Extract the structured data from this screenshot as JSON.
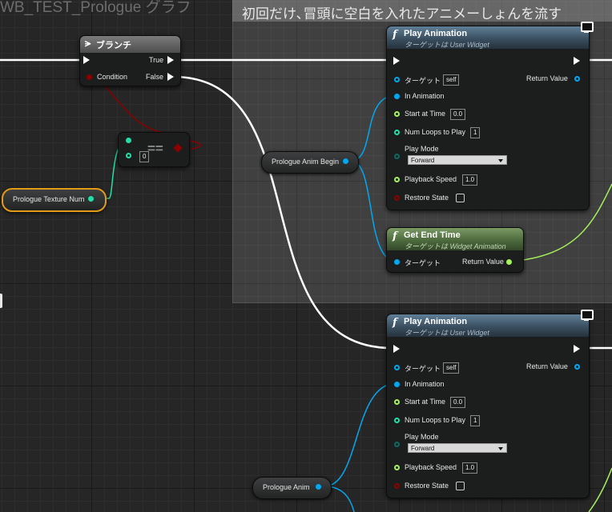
{
  "graph_title": "WB_TEST_Prologue グラフ",
  "comment": {
    "text": "初回だけ､冒頭に空白を入れたアニメーしょんを流す"
  },
  "colors": {
    "exec_wire": "#ffffff",
    "bool_pin": "#8c0000",
    "object_pin": "#00a8f0",
    "int_pin": "#1fe0a8",
    "float_pin": "#a6f25a",
    "selection": "#e39b16",
    "function_header": "#3a4f60",
    "pure_function_header": "#4d6a3d"
  },
  "branch_node": {
    "title": "ブランチ",
    "icon": "branch-icon",
    "pins": {
      "true_label": "True",
      "condition_label": "Condition",
      "false_label": "False"
    }
  },
  "equal_node": {
    "symbol": "==",
    "value": "0"
  },
  "var_prologue_texture_num": {
    "label": "Prologue Texture Num",
    "selected": true
  },
  "var_prologue_anim_begin": {
    "label": "Prologue Anim Begin"
  },
  "var_prologue_anim": {
    "label": "Prologue Anim"
  },
  "play_animation_1": {
    "title": "Play Animation",
    "subtitle": "ターゲットは User Widget",
    "target_label": "ターゲット",
    "target_value": "self",
    "return_value_label": "Return Value",
    "in_animation_label": "In Animation",
    "start_at_time_label": "Start at Time",
    "start_at_time_value": "0.0",
    "num_loops_label": "Num Loops to Play",
    "num_loops_value": "1",
    "play_mode_label": "Play Mode",
    "play_mode_value": "Forward",
    "playback_speed_label": "Playback Speed",
    "playback_speed_value": "1.0",
    "restore_state_label": "Restore State"
  },
  "get_end_time": {
    "title": "Get End Time",
    "subtitle": "ターゲットは Widget Animation",
    "target_label": "ターゲット",
    "return_value_label": "Return Value"
  },
  "play_animation_2": {
    "title": "Play Animation",
    "subtitle": "ターゲットは User Widget",
    "target_label": "ターゲット",
    "target_value": "self",
    "return_value_label": "Return Value",
    "in_animation_label": "In Animation",
    "start_at_time_label": "Start at Time",
    "start_at_time_value": "0.0",
    "num_loops_label": "Num Loops to Play",
    "num_loops_value": "1",
    "play_mode_label": "Play Mode",
    "play_mode_value": "Forward",
    "playback_speed_label": "Playback Speed",
    "playback_speed_value": "1.0",
    "restore_state_label": "Restore State"
  }
}
